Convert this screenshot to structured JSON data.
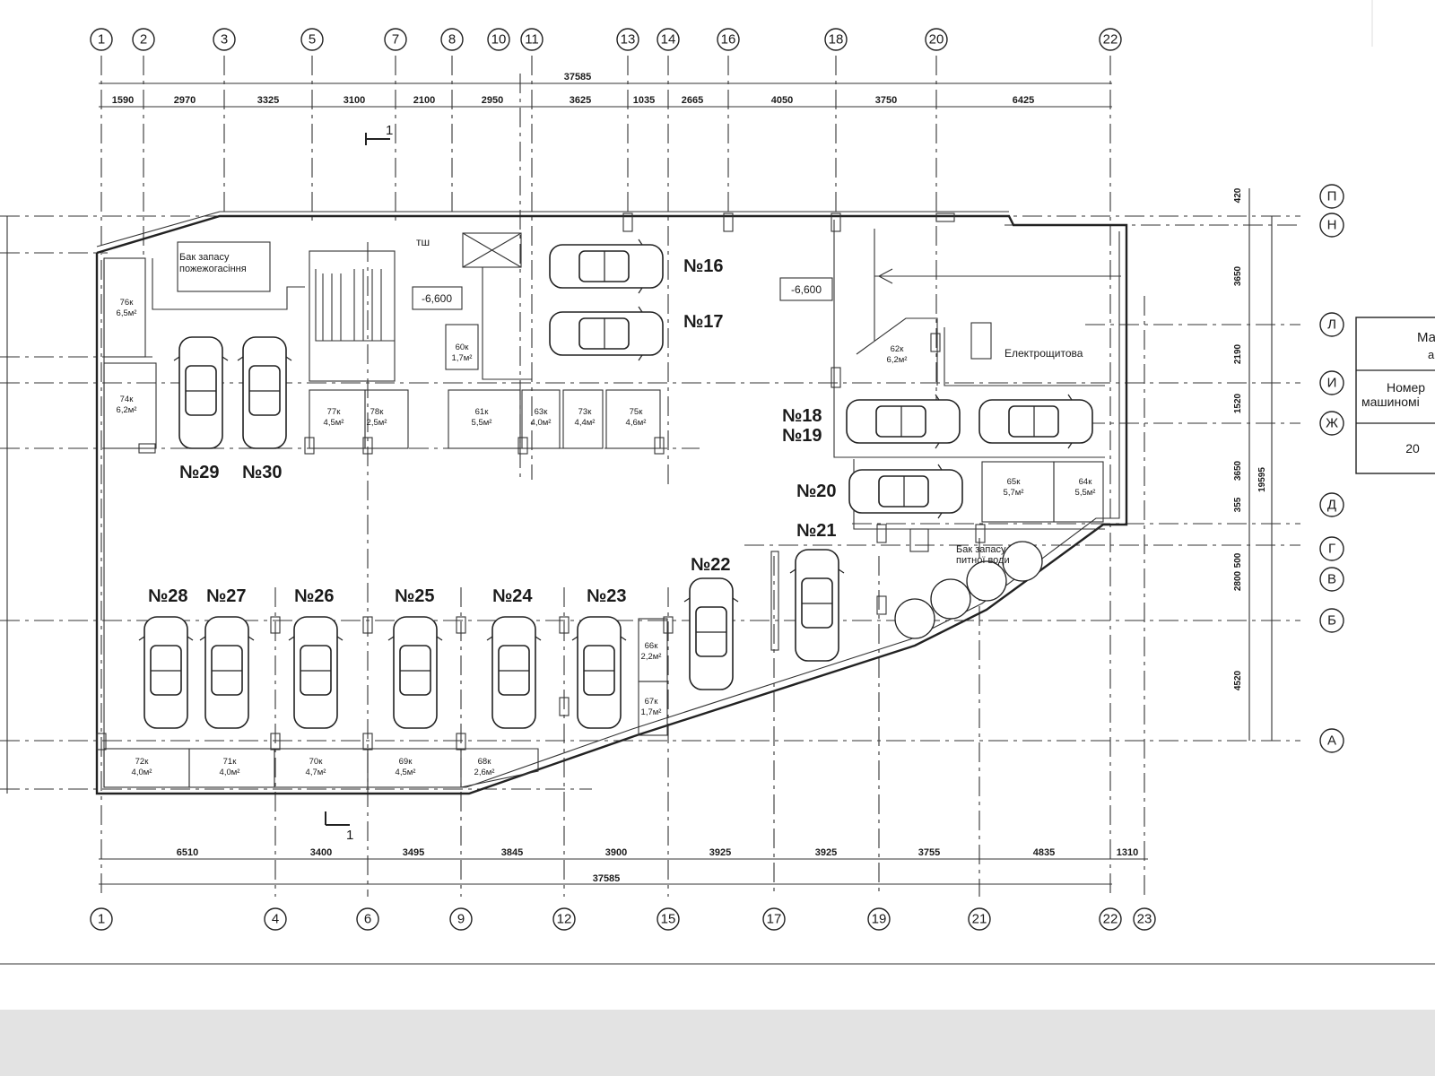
{
  "axes_top": [
    "1",
    "2",
    "3",
    "5",
    "7",
    "8",
    "10",
    "11",
    "13",
    "14",
    "16",
    "18",
    "20",
    "22"
  ],
  "axes_bottom": [
    "1",
    "4",
    "6",
    "9",
    "12",
    "15",
    "17",
    "19",
    "21",
    "22",
    "23"
  ],
  "axes_right": [
    "П",
    "Н",
    "Л",
    "И",
    "Ж",
    "Д",
    "Г",
    "В",
    "Б",
    "А"
  ],
  "dims_top_total": "37585",
  "dims_top": [
    "1590",
    "2970",
    "3325",
    "3100",
    "2100",
    "2950",
    "3625",
    "1035",
    "2665",
    "4050",
    "3750",
    "6425"
  ],
  "dims_bottom": [
    "6510",
    "3400",
    "3495",
    "3845",
    "3900",
    "3925",
    "3925",
    "3755",
    "4835",
    "1310"
  ],
  "dims_bottom_total": "37585",
  "dims_right": [
    "420",
    "3650",
    "2190",
    "1520",
    "3650",
    "355",
    "500",
    "2800",
    "4520"
  ],
  "dims_right_total": "19595",
  "levels": [
    "-6,600",
    "-6,600"
  ],
  "section_mark": "1",
  "labels": {
    "fire_tank": "Бак запасу пожежогасіння",
    "water_tank": "Бак запасу питної води",
    "electrical": "Електрощитова",
    "tsh": "тш"
  },
  "spots": [
    "№16",
    "№17",
    "№18",
    "№19",
    "№20",
    "№21",
    "№22",
    "№23",
    "№24",
    "№25",
    "№26",
    "№27",
    "№28",
    "№29",
    "№30"
  ],
  "rooms": [
    {
      "name": "76к",
      "area": "6,5м²"
    },
    {
      "name": "74к",
      "area": "6,2м²"
    },
    {
      "name": "77к",
      "area": "4,5м²"
    },
    {
      "name": "78к",
      "area": "2,5м²"
    },
    {
      "name": "60к",
      "area": "1,7м²"
    },
    {
      "name": "61к",
      "area": "5,5м²"
    },
    {
      "name": "63к",
      "area": "4,0м²"
    },
    {
      "name": "73к",
      "area": "4,4м²"
    },
    {
      "name": "75к",
      "area": "4,6м²"
    },
    {
      "name": "62к",
      "area": "6,2м²"
    },
    {
      "name": "65к",
      "area": "5,7м²"
    },
    {
      "name": "64к",
      "area": "5,5м²"
    },
    {
      "name": "66к",
      "area": "2,2м²"
    },
    {
      "name": "67к",
      "area": "1,7м²"
    },
    {
      "name": "72к",
      "area": "4,0м²"
    },
    {
      "name": "71к",
      "area": "4,0м²"
    },
    {
      "name": "70к",
      "area": "4,7м²"
    },
    {
      "name": "69к",
      "area": "4,5м²"
    },
    {
      "name": "68к",
      "area": "2,6м²"
    }
  ],
  "side_table": {
    "title_partial": "Ма",
    "title_partial_2": "а",
    "header": "Номер машиномі",
    "value": "20"
  }
}
